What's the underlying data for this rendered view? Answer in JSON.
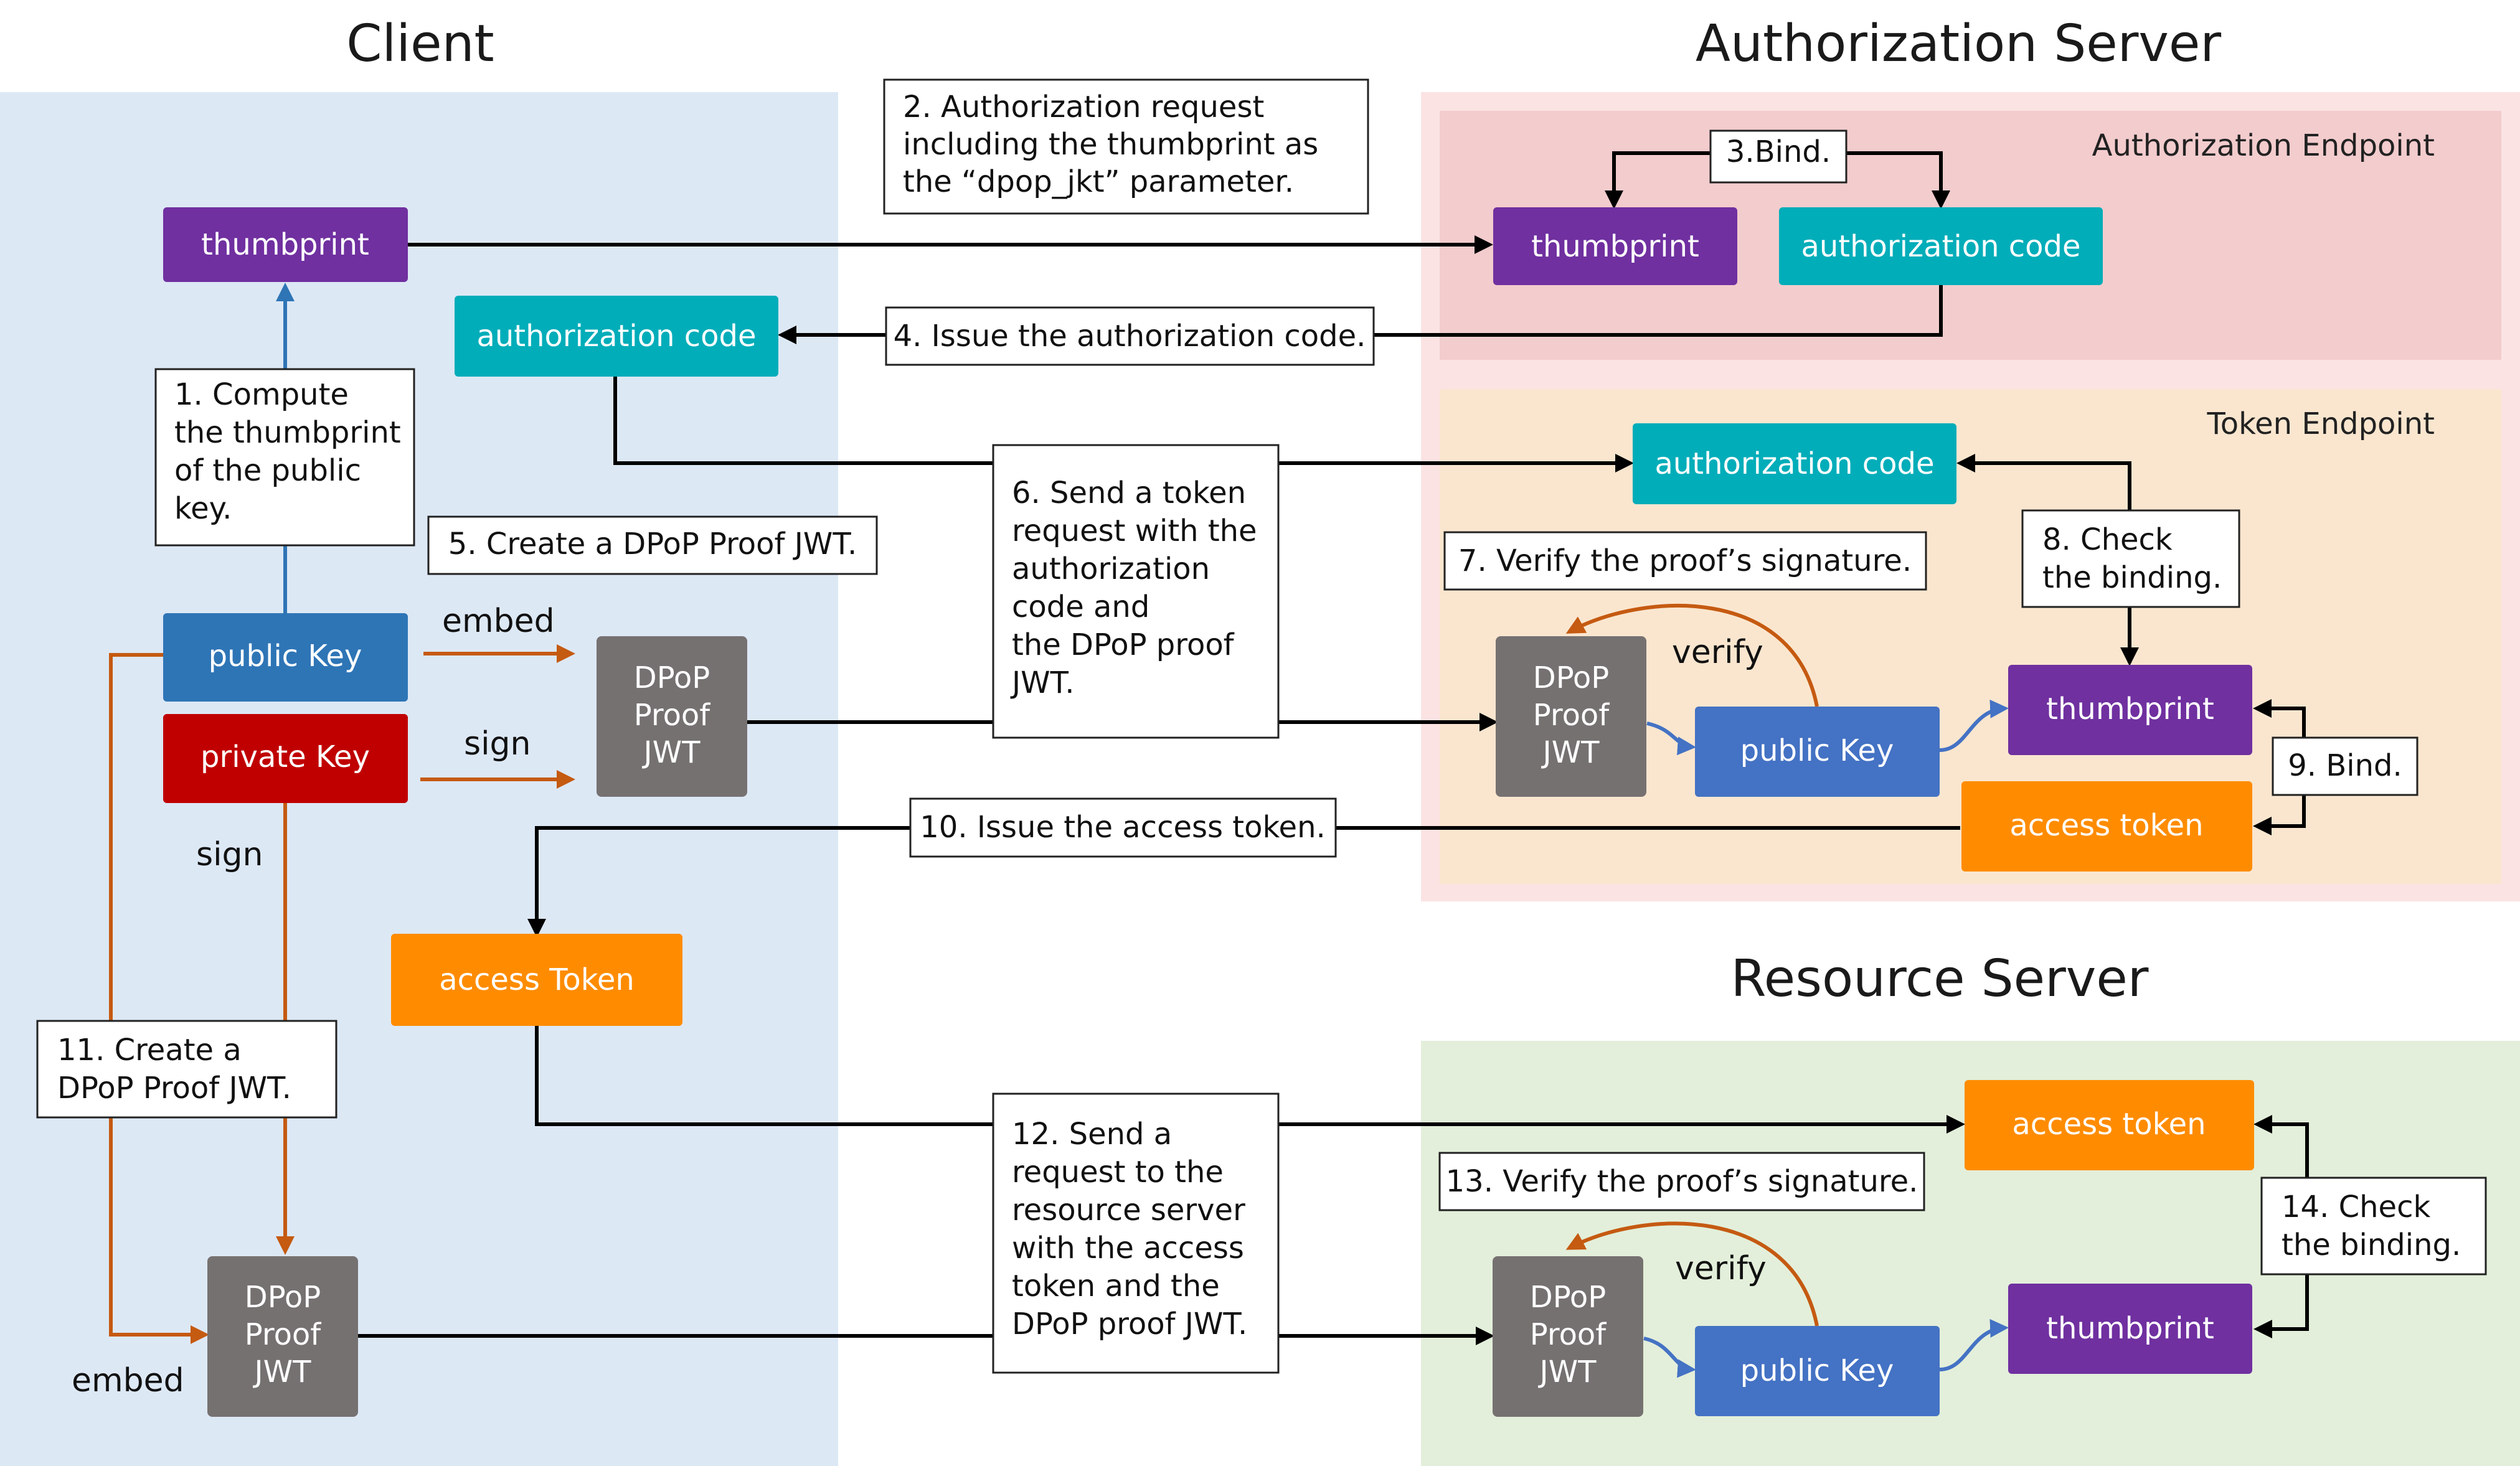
{
  "sections": {
    "client": "Client",
    "authorization_server": "Authorization Server",
    "resource_server": "Resource Server",
    "authorization_endpoint": "Authorization Endpoint",
    "token_endpoint": "Token Endpoint"
  },
  "client_boxes": {
    "thumbprint": "thumbprint",
    "authorization_code": "authorization code",
    "public_key": "public Key",
    "private_key": "private Key",
    "dpop_proof_1": [
      "DPoP",
      "Proof",
      "JWT"
    ],
    "access_token": "access Token",
    "dpop_proof_2": [
      "DPoP",
      "Proof",
      "JWT"
    ]
  },
  "auth_endpoint_boxes": {
    "thumbprint": "thumbprint",
    "authorization_code": "authorization code"
  },
  "token_endpoint_boxes": {
    "authorization_code": "authorization code",
    "dpop_proof": [
      "DPoP",
      "Proof",
      "JWT"
    ],
    "public_key": "public Key",
    "thumbprint": "thumbprint",
    "access_token": "access token"
  },
  "resource_boxes": {
    "access_token": "access token",
    "dpop_proof": [
      "DPoP",
      "Proof",
      "JWT"
    ],
    "public_key": "public Key",
    "thumbprint": "thumbprint"
  },
  "steps": {
    "s1": [
      "1. Compute",
      "the thumbprint",
      "of the public",
      "key."
    ],
    "s2": [
      "2. Authorization request",
      "including the thumbprint as",
      "the “dpop_jkt” parameter."
    ],
    "s3": [
      "3.Bind."
    ],
    "s4": [
      "4. Issue the authorization code."
    ],
    "s5": [
      "5. Create a DPoP Proof JWT."
    ],
    "s6": [
      "6. Send a token",
      "request with the",
      "authorization",
      "code and",
      "the DPoP proof",
      "JWT."
    ],
    "s7": [
      "7. Verify the proof’s signature."
    ],
    "s8": [
      "8. Check",
      "the binding."
    ],
    "s9": [
      "9. Bind."
    ],
    "s10": [
      "10. Issue the access token."
    ],
    "s11": [
      "11. Create a",
      "DPoP Proof JWT."
    ],
    "s12": [
      "12. Send a",
      "request to the",
      "resource server",
      "with the access",
      "token and the",
      "DPoP proof JWT."
    ],
    "s13": [
      "13. Verify the proof’s signature."
    ],
    "s14": [
      "14. Check",
      "the binding."
    ]
  },
  "labels": {
    "embed_1": "embed",
    "sign_1": "sign",
    "sign_2": "sign",
    "embed_2": "embed",
    "verify_1": "verify",
    "verify_2": "verify"
  },
  "colors": {
    "client_bg": "#dde8f5",
    "auth_server_bg": "#fbe3e3",
    "auth_endpoint_bg": "#f3cccd",
    "token_endpoint_bg": "#fae6cf",
    "resource_bg": "#e3efda",
    "purple": "#7030a0",
    "teal": "#00adb9",
    "blue_dark": "#2e75b6",
    "blue": "#4472c4",
    "red": "#c00000",
    "gray": "#767171",
    "orange": "#ff8c00",
    "arrow_orange": "#c55a11",
    "arrow_blue": "#2e75b6"
  }
}
